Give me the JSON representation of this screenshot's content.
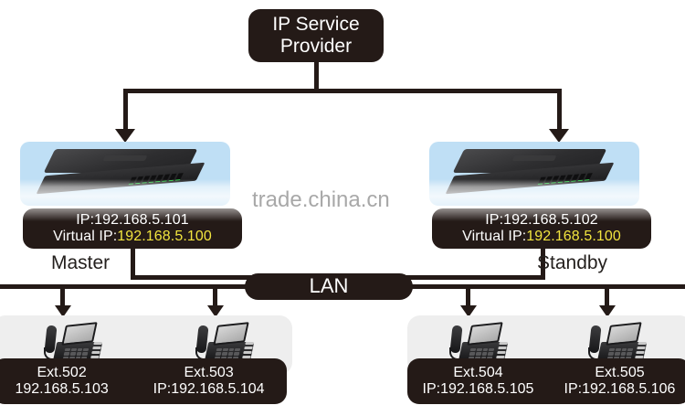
{
  "diagram": {
    "title": "IP Service Provider redundancy topology",
    "watermark": "trade.china.cn",
    "colors": {
      "node_fill": "#241a17",
      "virtual_ip_accent": "#f2e53f",
      "gateway_panel": "#bfdff5",
      "phone_panel": "#eeeeee",
      "line": "#241a17"
    }
  },
  "provider": {
    "line1": "IP Service",
    "line2": "Provider"
  },
  "gateways": [
    {
      "id": "master",
      "ip_label": "IP:192.168.5.101",
      "virtual_ip_label": "Virtual IP:",
      "virtual_ip_value": "192.168.5.100",
      "role": "Master",
      "device_icon": "network-gateway-icon"
    },
    {
      "id": "standby",
      "ip_label": "IP:192.168.5.102",
      "virtual_ip_label": "Virtual IP:",
      "virtual_ip_value": "192.168.5.100",
      "role": "Standby",
      "device_icon": "network-gateway-icon"
    }
  ],
  "lan": {
    "label": "LAN"
  },
  "phone_groups": [
    {
      "id": "left",
      "phones": [
        {
          "ext": "Ext.502",
          "ip": "192.168.5.103",
          "icon": "ip-phone-icon"
        },
        {
          "ext": "Ext.503",
          "ip": "IP:192.168.5.104",
          "icon": "ip-phone-icon"
        }
      ]
    },
    {
      "id": "right",
      "phones": [
        {
          "ext": "Ext.504",
          "ip": "IP:192.168.5.105",
          "icon": "ip-phone-icon"
        },
        {
          "ext": "Ext.505",
          "ip": "IP:192.168.5.106",
          "icon": "ip-phone-icon"
        }
      ]
    }
  ]
}
